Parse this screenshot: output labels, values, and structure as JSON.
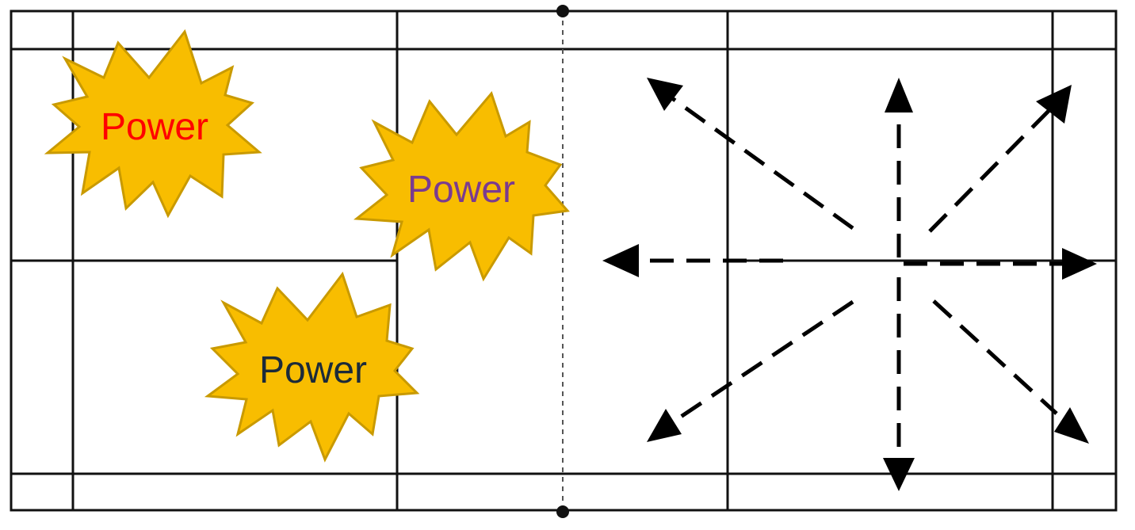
{
  "diagram": {
    "background_color": "#ffffff",
    "line_color": "#111111",
    "burst_fill_color": "#f8bd00",
    "bursts": [
      {
        "label": "Power",
        "color": "#ff0000"
      },
      {
        "label": "Power",
        "color": "#7a3b8f"
      },
      {
        "label": "Power",
        "color": "#1b2a3a"
      }
    ],
    "arrow_directions": [
      "up",
      "up-right",
      "right",
      "down-right",
      "down",
      "down-left",
      "left",
      "up-left"
    ]
  }
}
